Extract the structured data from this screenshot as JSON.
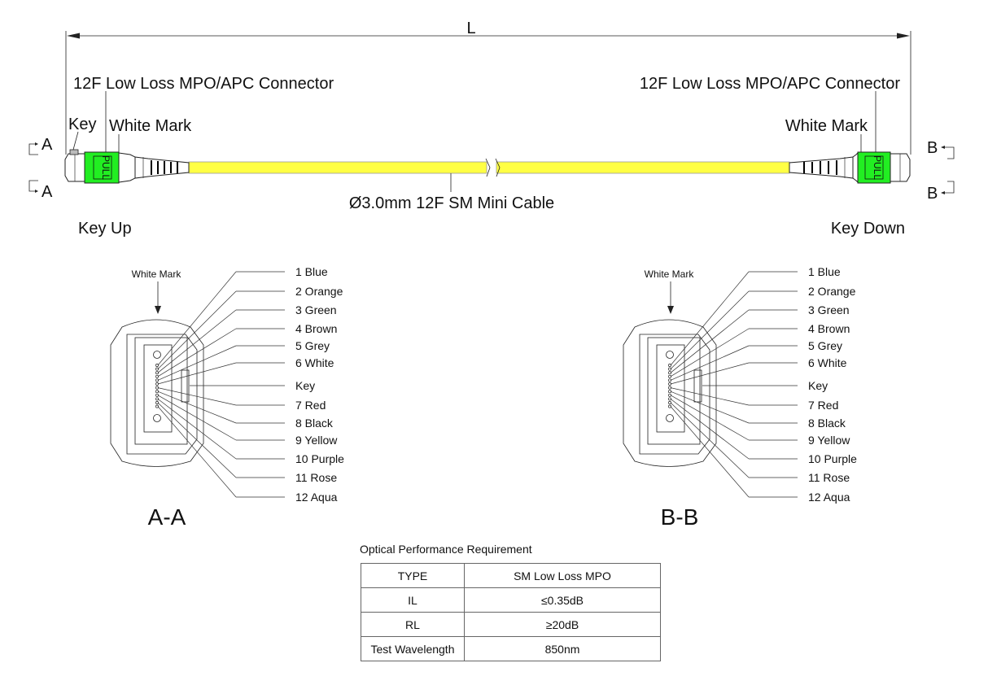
{
  "dimension": {
    "length_label": "L"
  },
  "connector_a": {
    "connector_label": "12F Low Loss MPO/APC Connector",
    "key_label": "Key",
    "white_mark_label": "White Mark",
    "section_marker": "A",
    "key_orientation": "Key Up"
  },
  "connector_b": {
    "connector_label": "12F Low Loss MPO/APC Connector",
    "white_mark_label": "White Mark",
    "section_marker": "B",
    "key_orientation": "Key  Down"
  },
  "cable": {
    "label": "Ø3.0mm 12F SM Mini Cable",
    "color": "#ffff44"
  },
  "boot_color": "#22ee22",
  "housing_text": "PULL",
  "section_a": {
    "title": "A-A",
    "white_mark_label": "White Mark",
    "fibers": [
      "1 Blue",
      "2 Orange",
      "3 Green",
      "4 Brown",
      "5 Grey",
      "6 White",
      "Key",
      "7 Red",
      "8 Black",
      "9 Yellow",
      "10 Purple",
      "11 Rose",
      "12 Aqua"
    ]
  },
  "section_b": {
    "title": "B-B",
    "white_mark_label": "White Mark",
    "fibers": [
      "1 Blue",
      "2 Orange",
      "3 Green",
      "4 Brown",
      "5 Grey",
      "6 White",
      "Key",
      "7 Red",
      "8 Black",
      "9 Yellow",
      "10 Purple",
      "11 Rose",
      "12 Aqua"
    ]
  },
  "performance": {
    "title": "Optical Performance Requirement",
    "rows": [
      [
        "TYPE",
        "SM Low Loss MPO"
      ],
      [
        "IL",
        "≤0.35dB"
      ],
      [
        "RL",
        "≥20dB"
      ],
      [
        "Test Wavelength",
        "850nm"
      ]
    ]
  }
}
